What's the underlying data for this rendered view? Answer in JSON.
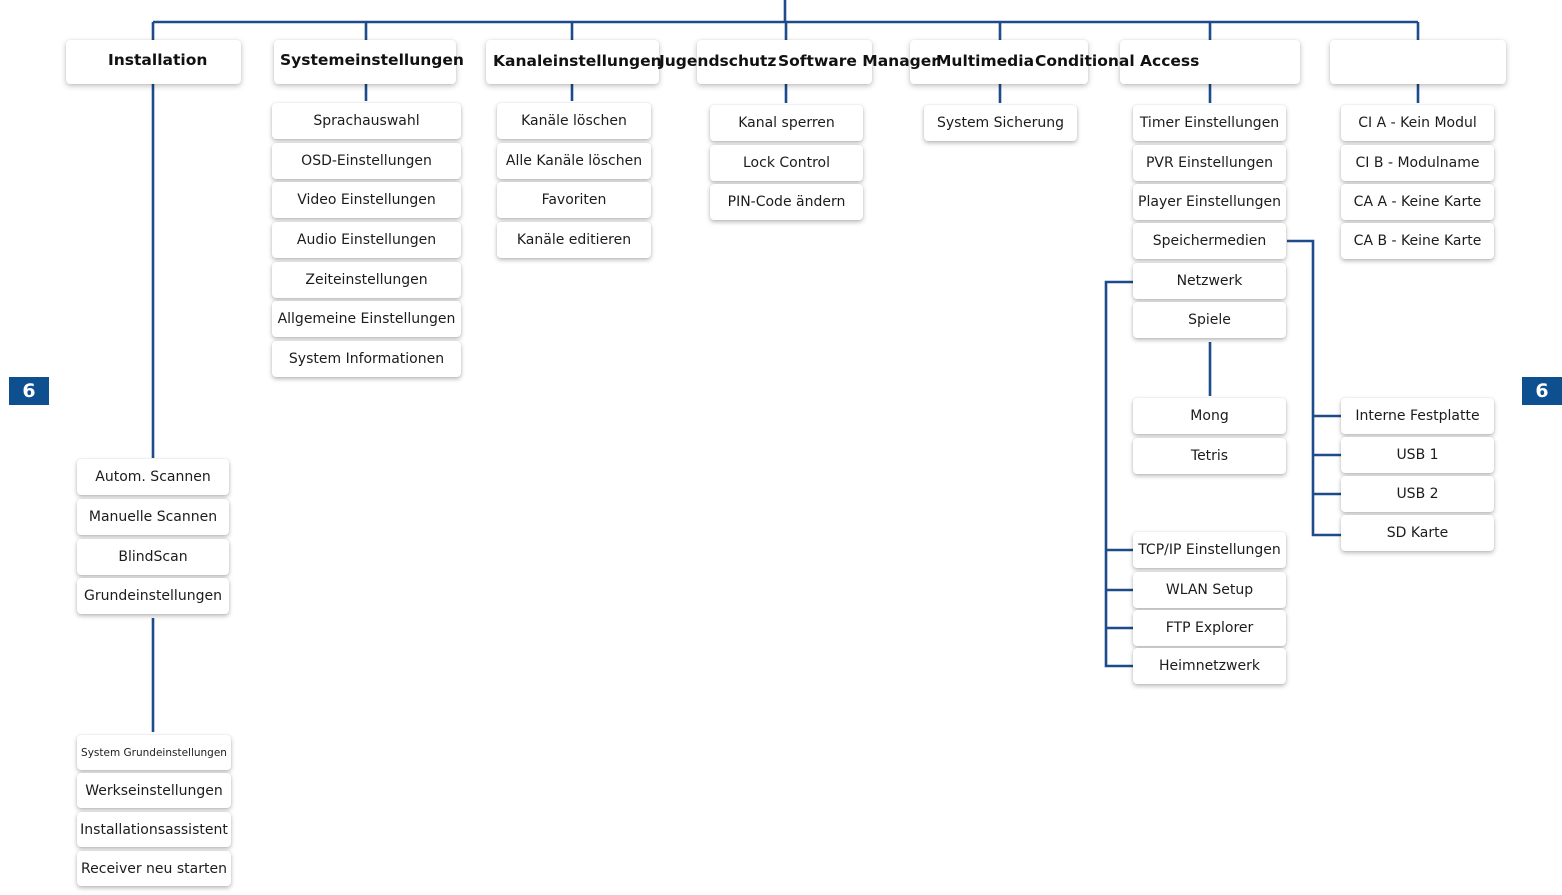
{
  "page_marker": "6",
  "line_color": "#1d4b8c",
  "headers": [
    "Installation",
    "Systemeinstellungen",
    "Kanaleinstellungen",
    "Jugendschutz",
    "Software Manager",
    "Multimedia",
    "Conditional Access"
  ],
  "installation": {
    "scan": [
      "Autom. Scannen",
      "Manuelle Scannen",
      "BlindScan",
      "Grundeinstellungen"
    ],
    "grund": [
      "System Grundeinstellungen",
      "Werkseinstellungen",
      "Installationsassistent",
      "Receiver neu starten"
    ]
  },
  "system": [
    "Sprachauswahl",
    "OSD-Einstellungen",
    "Video Einstellungen",
    "Audio Einstellungen",
    "Zeiteinstellungen",
    "Allgemeine Einstellungen",
    "System Informationen"
  ],
  "kanal": [
    "Kanäle löschen",
    "Alle Kanäle löschen",
    "Favoriten",
    "Kanäle editieren"
  ],
  "jugendschutz": [
    "Kanal sperren",
    "Lock Control",
    "PIN-Code ändern"
  ],
  "software": [
    "System Sicherung"
  ],
  "multimedia": {
    "items": [
      "Timer Einstellungen",
      "PVR Einstellungen",
      "Player Einstellungen",
      "Speichermedien",
      "Netzwerk",
      "Spiele"
    ],
    "spiele": [
      "Mong",
      "Tetris"
    ],
    "netzwerk": [
      "TCP/IP Einstellungen",
      "WLAN Setup",
      "FTP Explorer",
      "Heimnetzwerk"
    ],
    "speicher": [
      "Interne Festplatte",
      "USB 1",
      "USB 2",
      "SD Karte"
    ]
  },
  "ca": [
    "CI A - Kein Modul",
    "CI B - Modulname",
    "CA A - Keine Karte",
    "CA B - Keine Karte"
  ]
}
